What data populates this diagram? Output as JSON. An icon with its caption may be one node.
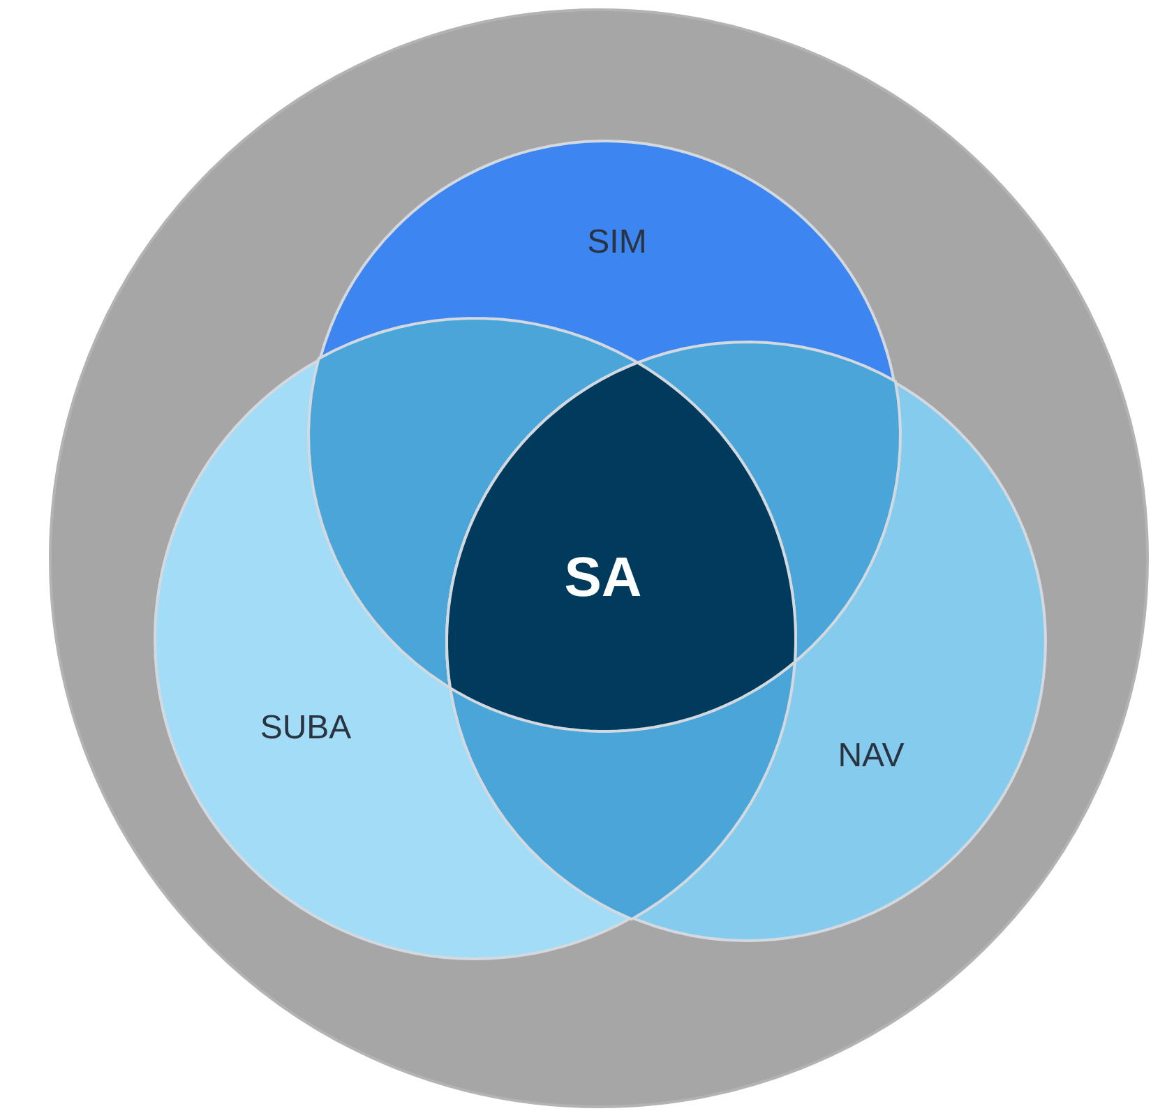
{
  "diagram": {
    "nodes": [
      {
        "text": [],
        "shape": "circle"
      },
      {
        "text": [
          "SIM"
        ],
        "in": 0
      },
      {
        "text": [
          "SUBA"
        ],
        "in": 0
      },
      {
        "text": [
          "NAV"
        ],
        "in": 0
      },
      {
        "text": [
          "SA"
        ],
        "in": 0
      }
    ]
  }
}
